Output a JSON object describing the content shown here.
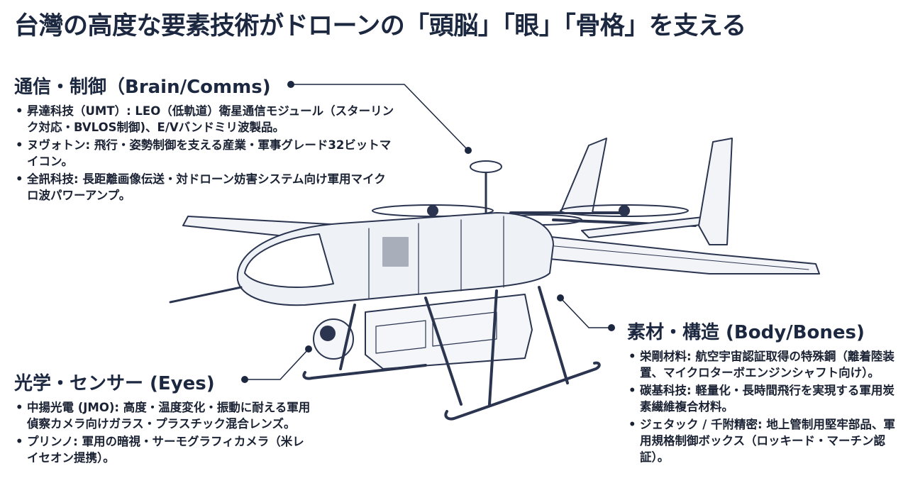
{
  "title": "台灣の高度な要素技術がドローンの「頭脳」「眼」「骨格」を支える",
  "sections": {
    "comms": {
      "heading": "通信・制御（Brain/Comms)",
      "items": [
        "昇達科技（UMT）: LEO（低軌道）衛星通信モジュール（スターリンク対応・BVLOS制御)、E/Vバンドミリ波製品。",
        "ヌヴォトン: 飛行・姿勢制御を支える産業・軍事グレード32ビットマイコン。",
        "全訊科技: 長距離画像伝送・対ドローン妨害システム向け軍用マイクロ波パワーアンプ。"
      ]
    },
    "eyes": {
      "heading": "光学・センサー (Eyes)",
      "items": [
        "中揚光電 (JMO): 高度・温度変化・振動に耐える軍用偵察カメラ向けガラス・プラスチック混合レンズ。",
        "プリンノ: 軍用の暗視・サーモグラフィカメラ（米レイセオン提携）。"
      ]
    },
    "body": {
      "heading": "素材・構造 (Body/Bones)",
      "items": [
        "栄剛材料: 航空宇宙認証取得の特殊鋼（離着陸装置、マイクロターボエンジンシャフト向け）。",
        "碳基科技: 軽量化・長時間飛行を実現する軍用炭素繊維複合材料。",
        "ジェタック / 千附精密: 地上管制用堅牢部品、軍用規格制御ボックス（ロッキード・マーチン認証）。"
      ]
    }
  },
  "colors": {
    "ink": "#1c2740",
    "line": "#2b3550",
    "fill": "#eef1f6"
  }
}
